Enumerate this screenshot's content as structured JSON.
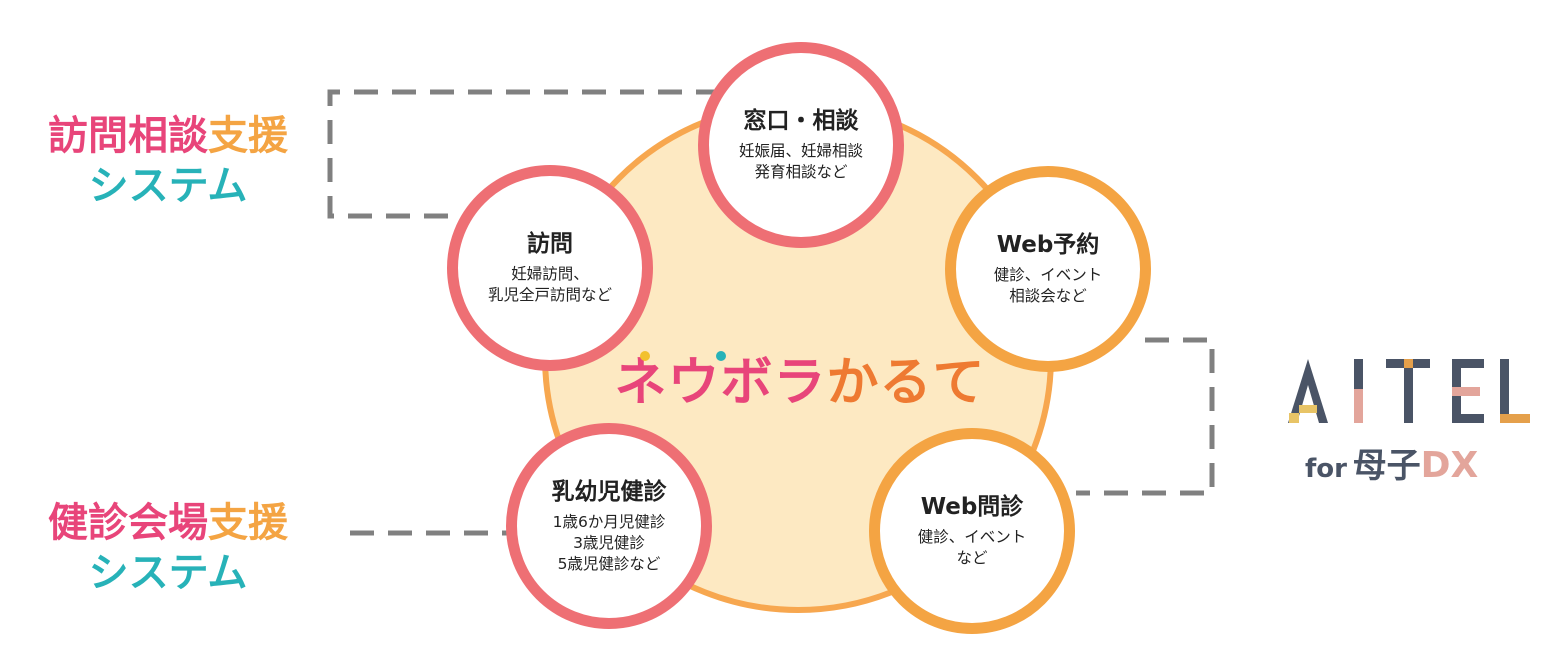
{
  "center": {
    "part1": "ネウボラ",
    "part2": "かるて",
    "dot_colors": [
      "#f2c12e",
      "#27b2b8"
    ]
  },
  "nodes": [
    {
      "id": "madoguchi",
      "title": "窓口・相談",
      "lines": [
        "妊娠届、妊婦相談",
        "発育相談など"
      ],
      "color": "#ee6f74"
    },
    {
      "id": "web-yoyaku",
      "title": "Web予約",
      "lines": [
        "健診、イベント",
        "相談会など"
      ],
      "color": "#f4a443"
    },
    {
      "id": "web-monshin",
      "title": "Web問診",
      "lines": [
        "健診、イベント",
        "など"
      ],
      "color": "#f4a443"
    },
    {
      "id": "nyuyouji",
      "title": "乳幼児健診",
      "lines": [
        "1歳6か月児健診",
        "3歳児健診",
        "5歳児健診など"
      ],
      "color": "#ee6f74"
    },
    {
      "id": "houmon",
      "title": "訪問",
      "lines": [
        "妊婦訪問、",
        "乳児全戸訪問など"
      ],
      "color": "#ee6f74"
    }
  ],
  "side_labels": {
    "visit": {
      "part1": "訪問相談",
      "part2": "支援",
      "line2": "システム"
    },
    "checkup": {
      "part1": "健診会場",
      "part2": "支援",
      "line2": "システム"
    }
  },
  "logo": {
    "letters": [
      "A",
      "I",
      "T",
      "E",
      "L"
    ],
    "for_text": "for",
    "sub1": "母子",
    "sub2": "DX",
    "colors": {
      "dark": "#4a5466",
      "yellow": "#e8c466",
      "pink": "#e3a59b",
      "orange": "#e5a04b"
    }
  },
  "colors": {
    "pink_ring": "#ee6f74",
    "orange_ring": "#f4a443",
    "disc_fill": "#fde9c2",
    "dash": "#808080",
    "teal": "#27b2b8"
  }
}
